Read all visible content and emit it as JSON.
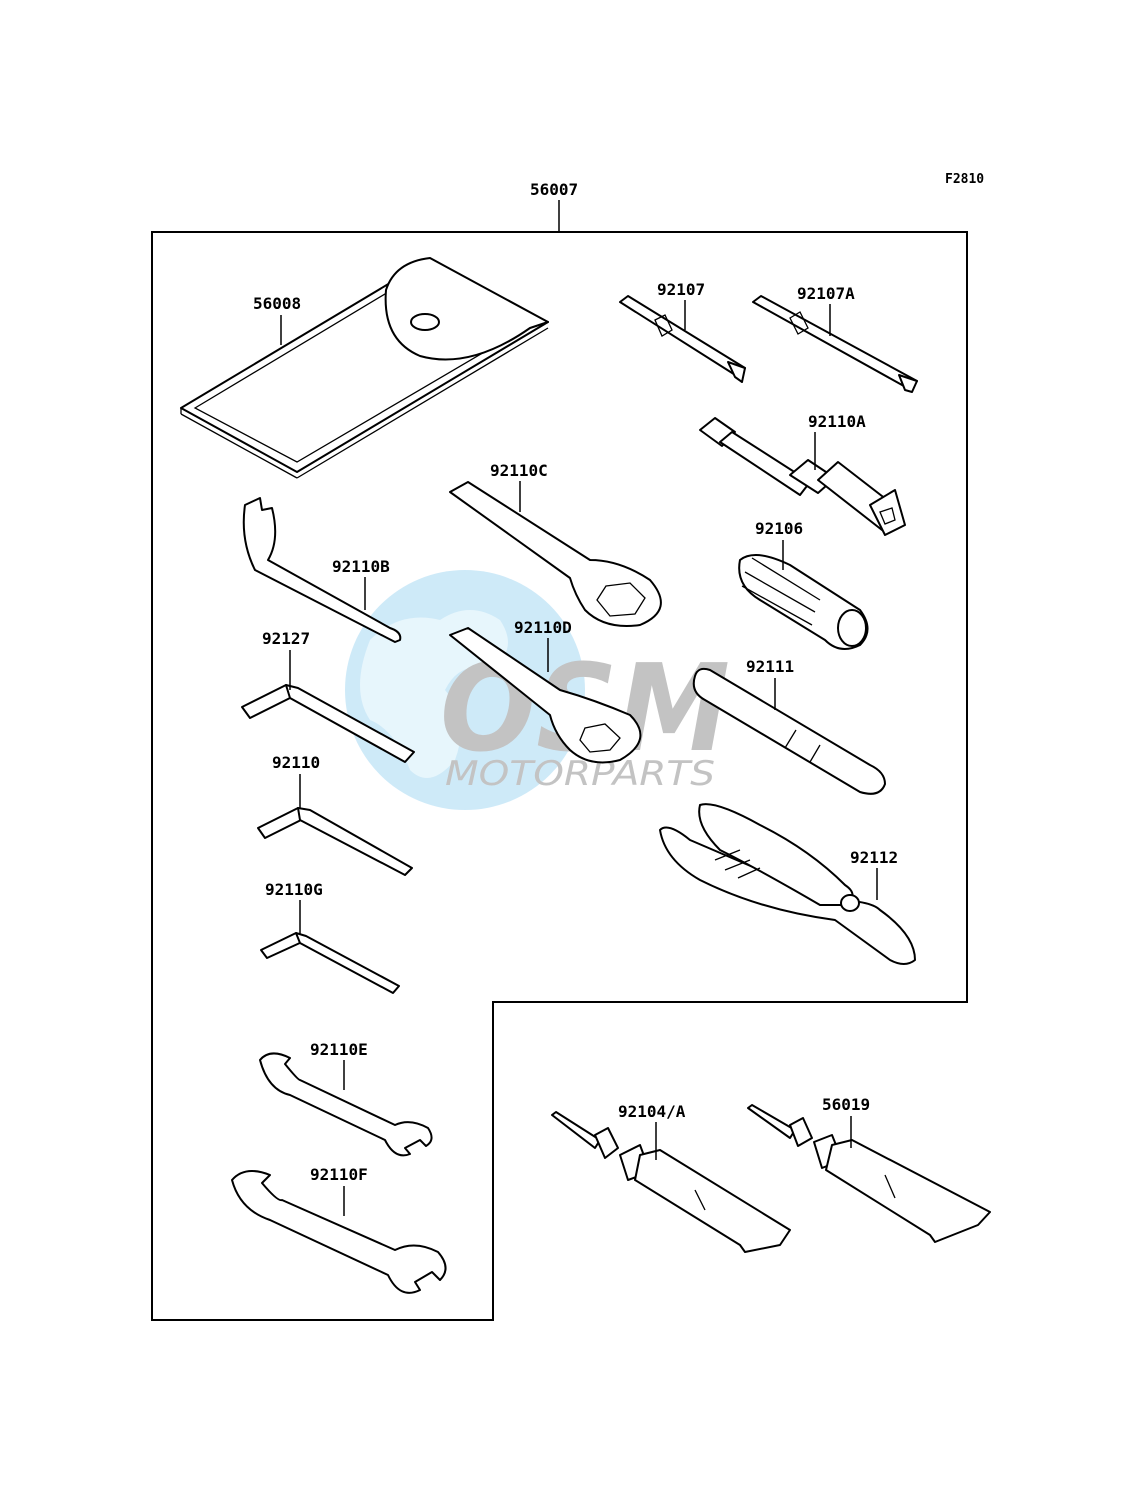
{
  "figure_code": "F2810",
  "parent_part": "56007",
  "parts": {
    "p56008": "56008",
    "p92107": "92107",
    "p92107A": "92107A",
    "p92110A": "92110A",
    "p92110C": "92110C",
    "p92106": "92106",
    "p92110B": "92110B",
    "p92127": "92127",
    "p92110D": "92110D",
    "p92111": "92111",
    "p92110": "92110",
    "p92112": "92112",
    "p92110G": "92110G",
    "p92110E": "92110E",
    "p92110F": "92110F",
    "p92104A": "92104/A",
    "p56019": "56019"
  },
  "watermark": {
    "logo": "OSM",
    "tagline": "MOTORPARTS",
    "colors": {
      "globe": "#9fd3ef",
      "letters": "#bdbdbd"
    }
  }
}
